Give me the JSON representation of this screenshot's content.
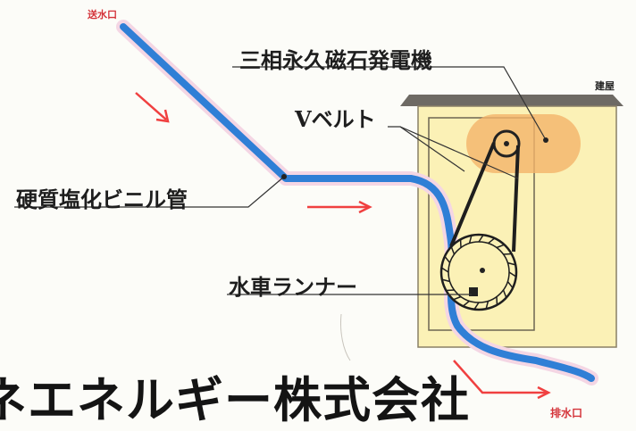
{
  "labels": {
    "water_inlet": "送水口",
    "generator": "三相永久磁石発電機",
    "building": "建屋",
    "v_belt": "Vベルト",
    "pvc_pipe": "硬質塩化ビニル管",
    "runner": "水車ランナー",
    "water_outlet": "排水口"
  },
  "company": "ネエネルギー株式会社",
  "colors": {
    "pipe": "#2f7fd6",
    "arrow": "#f04040",
    "building_fill": "#fbf1b6",
    "generator_fill": "#f4b46a",
    "roof": "#6e6a64"
  }
}
